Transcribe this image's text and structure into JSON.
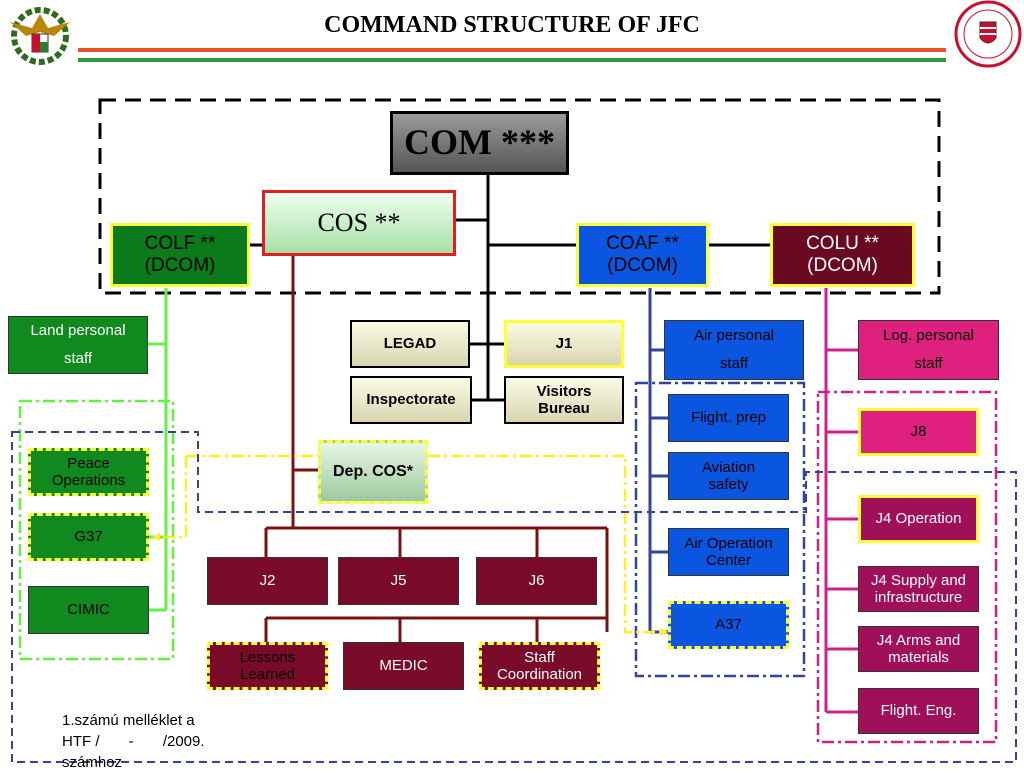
{
  "title": "COMMAND STRUCTURE OF JFC",
  "colors": {
    "stripe_red": "#e8502a",
    "stripe_green": "#2e9a3a"
  },
  "emblems": {
    "left": "army-eagle-emblem",
    "right": "round-seal-emblem"
  },
  "command": {
    "com": "COM ***",
    "cos": "COS **",
    "colf": [
      "COLF **",
      "(DCOM)"
    ],
    "coaf": [
      "COAF **",
      "(DCOM)"
    ],
    "colu": [
      "COLU **",
      "(DCOM)"
    ]
  },
  "cos_staff": {
    "legad": "LEGAD",
    "j1": "J1",
    "inspectorate": "Inspectorate",
    "visitors": [
      "Visitors",
      "Bureau"
    ],
    "dep_cos": "Dep. COS",
    "dep_cos_mark": "*",
    "j2": "J2",
    "j5": "J5",
    "j6": "J6",
    "lessons": [
      "Lessons",
      "Learned"
    ],
    "medic": "MEDIC",
    "staff_coord": [
      "Staff",
      "Coordination"
    ]
  },
  "land": {
    "personal": [
      "Land personal",
      "staff"
    ],
    "peace": [
      "Peace",
      "Operations"
    ],
    "g37": "G37",
    "cimic": "CIMIC"
  },
  "air": {
    "personal": [
      "Air personal",
      "staff"
    ],
    "flight_prep": "Flight. prep",
    "aviation": [
      "Aviation",
      "safety"
    ],
    "aoc": [
      "Air Operation",
      "Center"
    ],
    "a37": "A37"
  },
  "log": {
    "personal": [
      "Log. personal",
      "staff"
    ],
    "j8": "J8",
    "j4_op": "J4 Operation",
    "j4_supply": [
      "J4 Supply and",
      "infrastructure"
    ],
    "j4_arms": [
      "J4 Arms and",
      "materials"
    ],
    "flight_eng": "Flight. Eng."
  },
  "note": [
    "1.számú melléklet a",
    "HTF /       -       /2009.",
    "számhoz"
  ]
}
